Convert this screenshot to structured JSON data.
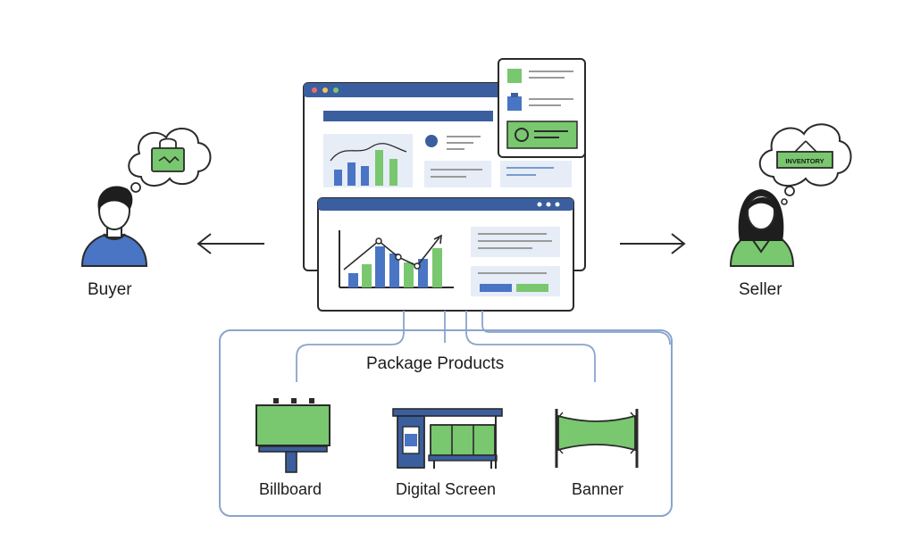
{
  "actors": {
    "buyer": {
      "label": "Buyer"
    },
    "seller": {
      "label": "Seller",
      "thought_sign": "INVENTORY"
    }
  },
  "group": {
    "title": "Package Products",
    "products": [
      {
        "label": "Billboard",
        "icon": "billboard-icon"
      },
      {
        "label": "Digital Screen",
        "icon": "bus-shelter-screen-icon"
      },
      {
        "label": "Banner",
        "icon": "banner-icon"
      }
    ]
  },
  "colors": {
    "blue": "#4a74c4",
    "navy": "#3b5f9e",
    "green": "#79c76f",
    "panel_bg": "#e6edf7",
    "line_gray": "#6e6e6e",
    "group_border": "#8aa4cc",
    "dark": "#1c1c1c"
  }
}
